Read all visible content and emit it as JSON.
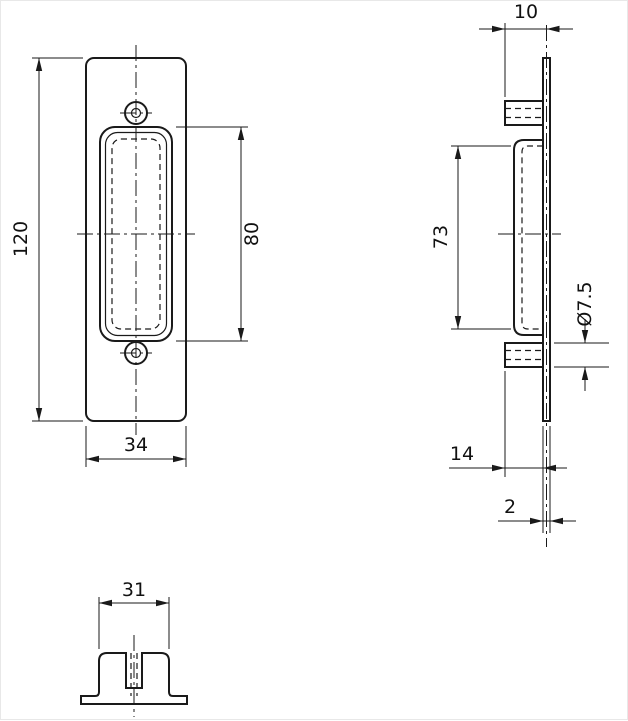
{
  "views": {
    "front": {
      "dim_height": "120",
      "dim_pocket_height": "80",
      "dim_width": "34"
    },
    "side": {
      "dim_top": "10",
      "dim_recess_height": "73",
      "dim_hole_diameter": "Ø7.5",
      "dim_boss_depth": "14",
      "dim_plate_thickness": "2"
    },
    "bottom": {
      "dim_width": "31"
    }
  },
  "colors": {
    "line": "#1a1a1a",
    "background": "#ffffff"
  }
}
